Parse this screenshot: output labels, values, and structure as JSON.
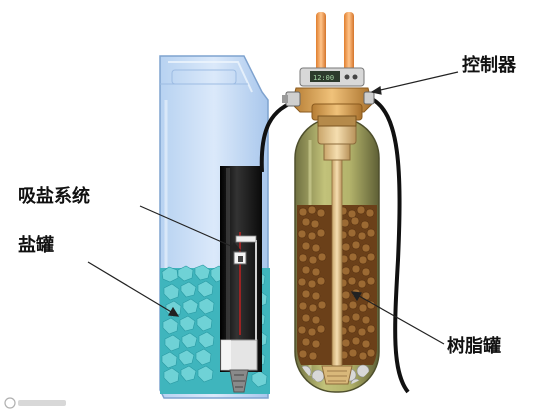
{
  "labels": {
    "controller": "控制器",
    "suction_system": "吸盐系统",
    "brine_tank": "盐罐",
    "resin_tank": "树脂罐"
  },
  "colors": {
    "brine_tank_body": "#cfe2f7",
    "brine_tank_edge": "#7fa3cf",
    "salt_fill": "#4fc0c8",
    "resin_tank_body": "#a3a35c",
    "resin_beads": "#7a4a1e",
    "controller_valve": "#d9a45a",
    "inlet_pipes": "#f0a358",
    "hose": "#111111",
    "suction_tube": "#1a1a1a"
  },
  "icons": {
    "watermark": "logo-watermark-icon"
  }
}
